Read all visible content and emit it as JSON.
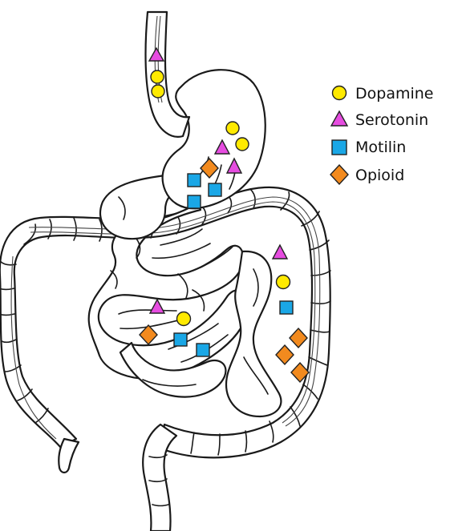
{
  "legend": [
    {
      "id": "dopamine",
      "label": "Dopamine",
      "shape": "circle",
      "color": "#ffea00"
    },
    {
      "id": "serotonin",
      "label": "Serotonin",
      "shape": "triangle",
      "color": "#e64ce0"
    },
    {
      "id": "motilin",
      "label": "Motilin",
      "shape": "square",
      "color": "#1aa7e6"
    },
    {
      "id": "opioid",
      "label": "Opioid",
      "shape": "diamond",
      "color": "#f28a1e"
    }
  ],
  "regions": [
    {
      "name": "esophagus",
      "markers": [
        "serotonin",
        "dopamine",
        "dopamine"
      ]
    },
    {
      "name": "stomach",
      "markers": [
        "dopamine",
        "dopamine",
        "serotonin",
        "serotonin",
        "opioid",
        "motilin",
        "motilin",
        "motilin"
      ]
    },
    {
      "name": "small-intestine",
      "markers": [
        "serotonin",
        "dopamine",
        "opioid",
        "motilin",
        "motilin"
      ]
    },
    {
      "name": "colon",
      "markers": [
        "serotonin",
        "dopamine",
        "motilin",
        "opioid",
        "opioid",
        "opioid"
      ]
    }
  ]
}
